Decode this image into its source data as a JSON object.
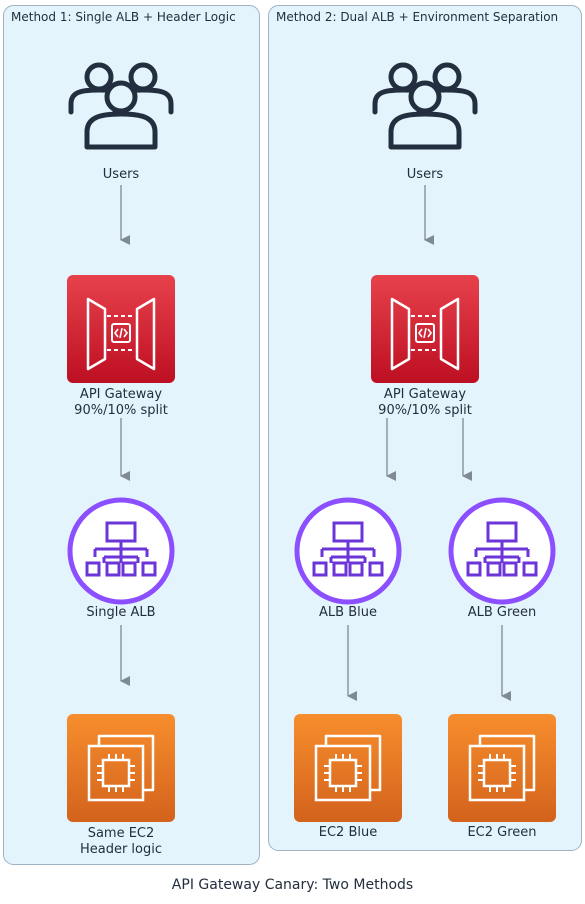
{
  "caption": "API Gateway Canary: Two Methods",
  "colors": {
    "group_fill": "#e3f4fc",
    "group_border": "#9eb2c4",
    "arrow": "#808a94",
    "users_icon": "#232f3e",
    "api_gateway_top": "#e7424c",
    "api_gateway_bottom": "#bd0f22",
    "alb": "#8c4fff",
    "alb_dark": "#6b35d8",
    "ec2_top": "#f78e2d",
    "ec2_bottom": "#d3621c"
  },
  "method1": {
    "title": "Method 1: Single ALB + Header Logic",
    "users": {
      "label": "Users",
      "icon": "users-icon"
    },
    "api_gateway": {
      "line1": "API Gateway",
      "line2": "90%/10% split",
      "icon": "api-gateway-icon"
    },
    "alb": {
      "label": "Single ALB",
      "icon": "load-balancer-icon"
    },
    "ec2": {
      "line1": "Same EC2",
      "line2": "Header logic",
      "icon": "ec2-icon"
    }
  },
  "method2": {
    "title": "Method 2: Dual ALB + Environment Separation",
    "users": {
      "label": "Users",
      "icon": "users-icon"
    },
    "api_gateway": {
      "line1": "API Gateway",
      "line2": "90%/10% split",
      "icon": "api-gateway-icon"
    },
    "alb_blue": {
      "label": "ALB Blue",
      "icon": "load-balancer-icon"
    },
    "alb_green": {
      "label": "ALB Green",
      "icon": "load-balancer-icon"
    },
    "ec2_blue": {
      "label": "EC2 Blue",
      "icon": "ec2-icon"
    },
    "ec2_green": {
      "label": "EC2 Green",
      "icon": "ec2-icon"
    }
  }
}
